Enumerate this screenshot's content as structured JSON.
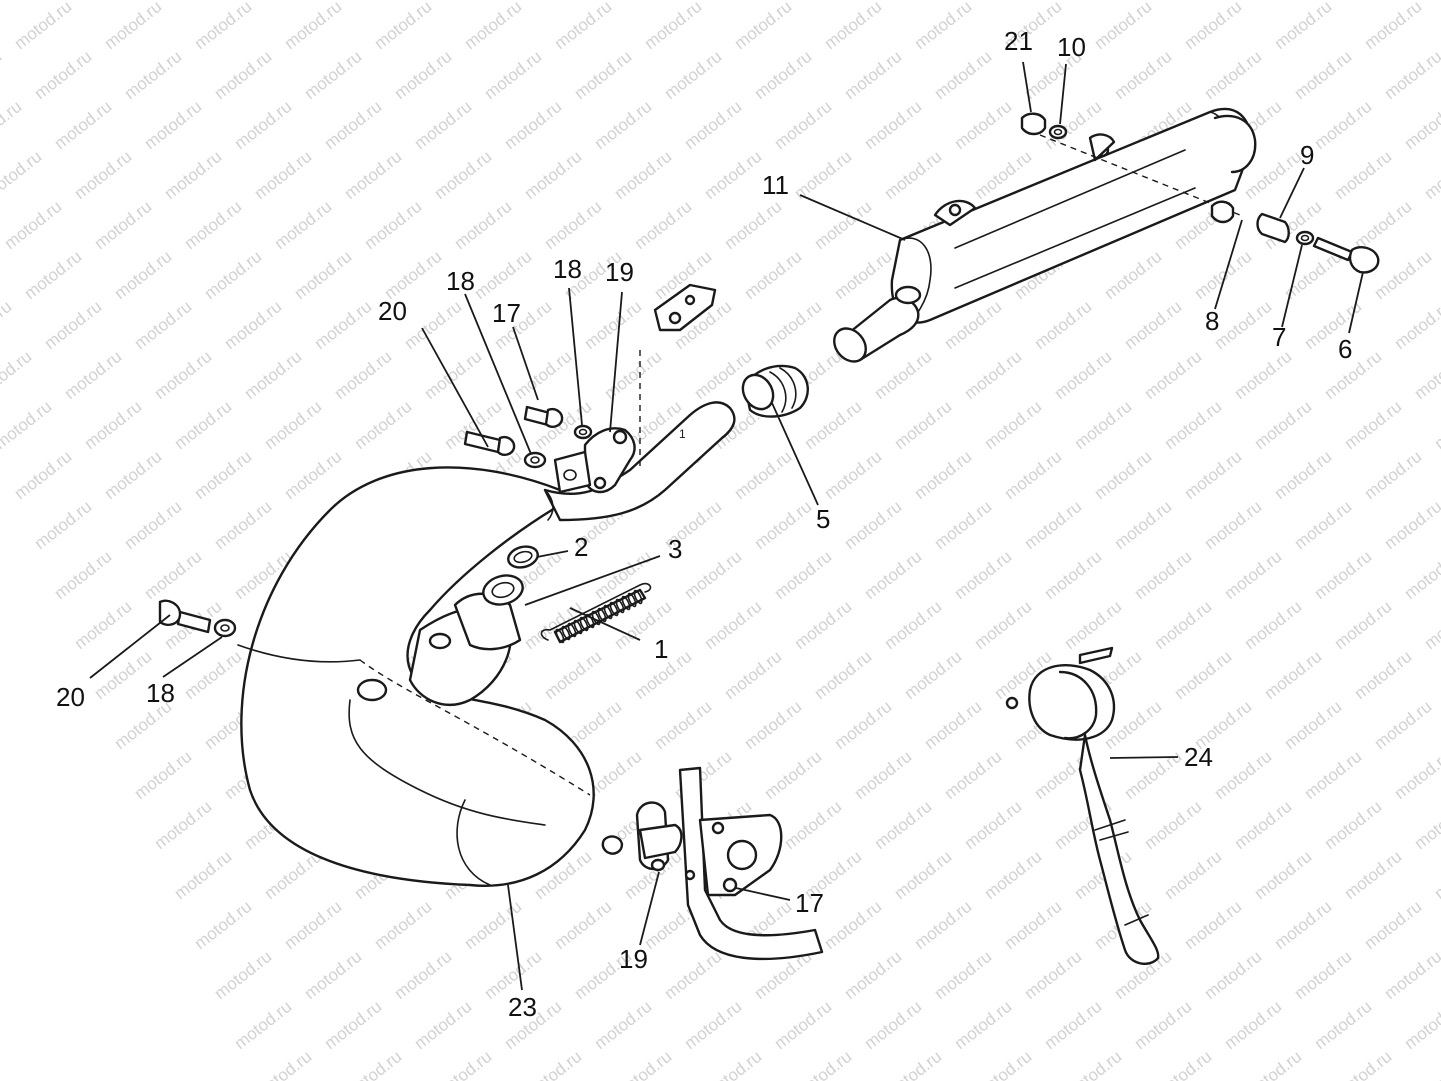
{
  "watermark": "motod.ru",
  "colors": {
    "line": "#1a1a1a",
    "watermark": "#d2d2d2",
    "background": "#ffffff"
  },
  "callouts": {
    "p1": "1",
    "p2": "2",
    "p3": "3",
    "p5": "5",
    "p6": "6",
    "p7": "7",
    "p8": "8",
    "p9": "9",
    "p10": "10",
    "p11": "11",
    "p17a": "17",
    "p18a": "18",
    "p19a": "19",
    "p20a": "20",
    "p18b": "18",
    "p20b": "20",
    "p18c": "18",
    "p21": "21",
    "p17b": "17",
    "p19b": "19",
    "p23": "23",
    "p24": "24"
  }
}
